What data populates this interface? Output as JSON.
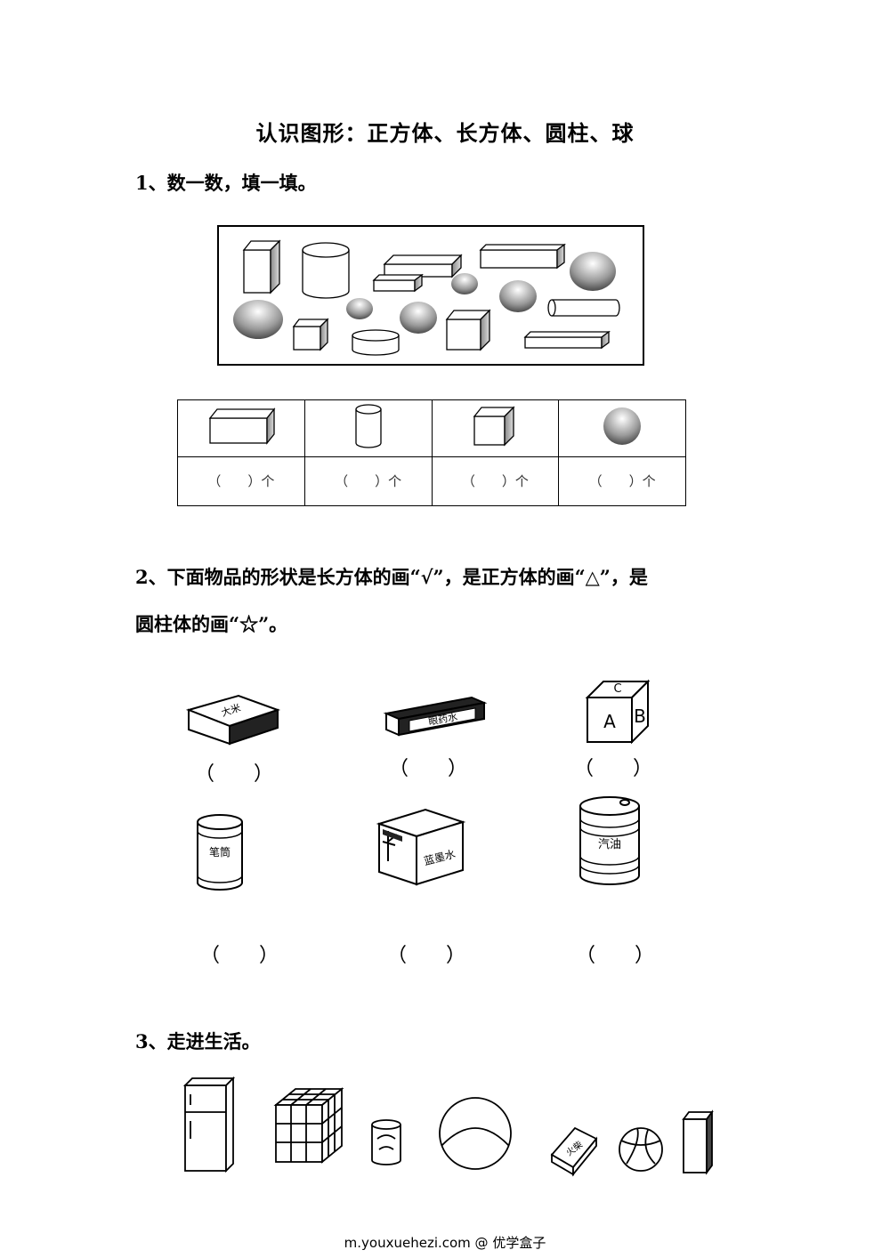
{
  "title": "认识图形：正方体、长方体、圆柱、球",
  "q1": {
    "text": "1、数一数，填一填。"
  },
  "count_table": {
    "columns": [
      {
        "icon": "cuboid-icon",
        "blank": "（　　）个"
      },
      {
        "icon": "cylinder-icon",
        "blank": "（　　）个"
      },
      {
        "icon": "cube-icon",
        "blank": "（　　）个"
      },
      {
        "icon": "sphere-icon",
        "blank": "（　　）个"
      }
    ]
  },
  "q2": {
    "line1": "2、下面物品的形状是长方体的画“√”，是正方体的画“△”，是",
    "line2": "圆柱体的画“☆”。",
    "items": [
      {
        "label": "大米",
        "paren": "（　　）"
      },
      {
        "label": "眼药水",
        "paren": "（　　）"
      },
      {
        "letters": [
          "C",
          "A",
          "B"
        ],
        "paren": "（　　）"
      },
      {
        "label": "笔筒",
        "paren": "（　　）"
      },
      {
        "label": "蓝墨水",
        "paren": "（　　）"
      },
      {
        "label": "汽油",
        "paren": "（　　）"
      }
    ]
  },
  "q3": {
    "text": "3、走进生活。",
    "items": [
      {
        "icon": "fridge-icon"
      },
      {
        "icon": "rubiks-cube-icon"
      },
      {
        "icon": "can-icon"
      },
      {
        "icon": "ball-icon"
      },
      {
        "icon": "matchbox-icon",
        "label": "火柴"
      },
      {
        "icon": "volleyball-icon"
      },
      {
        "icon": "eraser-icon"
      }
    ]
  },
  "footer": "m.youxuehezi.com @ 优学盒子"
}
